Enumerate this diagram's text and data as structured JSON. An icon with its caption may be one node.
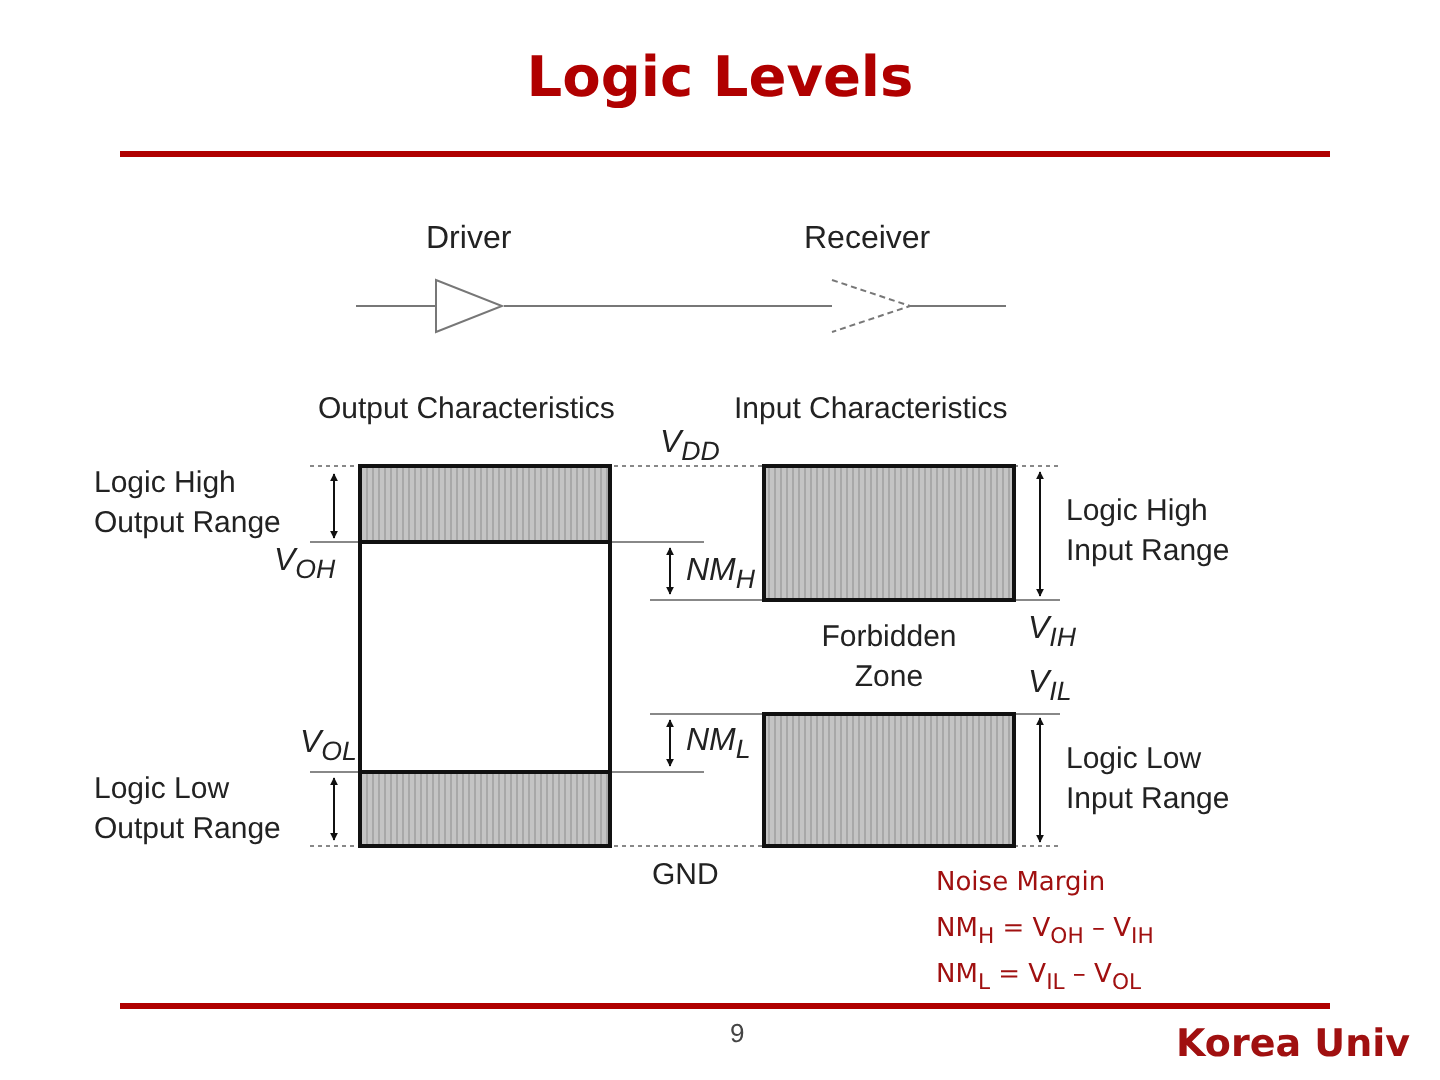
{
  "diagram": {
    "title": "Logic Levels",
    "nodes": [
      {
        "text": [
          "Driver"
        ]
      },
      {
        "text": [
          "Receiver"
        ]
      },
      {
        "text": [
          "Forbidden Zone"
        ]
      }
    ],
    "edges": [
      {
        "from": 0,
        "to": 1,
        "arrow": "none"
      }
    ],
    "labels": [
      "Output Characteristics",
      "Input Characteristics",
      "V$_{DD}$",
      "Logic High Output Range",
      "V$_{OH}$",
      "NM$_{H}$",
      "Logic High Input Range",
      "V$_{IH}$",
      "V$_{IL}$",
      "V$_{OL}$",
      "NM$_{L}$",
      "Logic Low Output Range",
      "Logic Low Input Range",
      "GND",
      "Noise Margin",
      "NM$_{H}$ = V$_{OH}$ – V$_{IH}$",
      "NM$_{L}$ = V$_{IL}$ – V$_{OL}$",
      "9",
      "Korea Univ"
    ]
  }
}
